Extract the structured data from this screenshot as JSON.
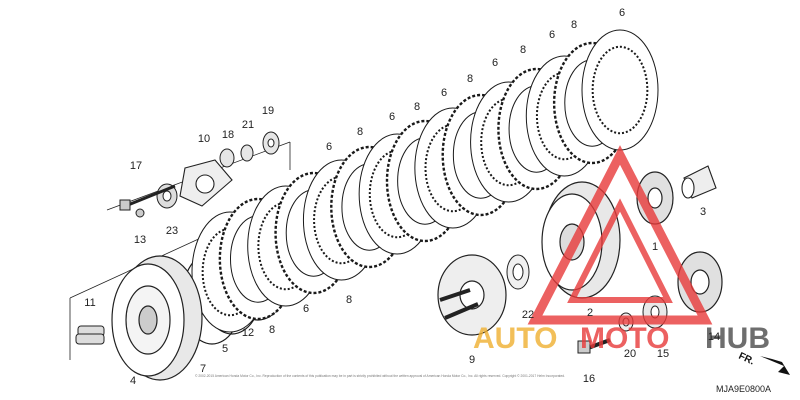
{
  "callouts": [
    "1",
    "2",
    "3",
    "4",
    "5",
    "6",
    "7",
    "8",
    "9",
    "10",
    "11",
    "12",
    "13",
    "14",
    "15",
    "16",
    "17",
    "18",
    "19",
    "20",
    "21",
    "22",
    "23"
  ],
  "diagram_code": "MJA9E0800A",
  "direction_label": "FR.",
  "copyright": "© 2002-2015 American Honda Motor Co., Inc. Reproduction of the contents of this publication may be in part is strictly prohibited without the written approval of American Honda Motor Co., Inc. All rights reserved. Copyright © 2001-2017 Helm Incorporated.",
  "watermark": {
    "word_a": "AUTO",
    "word_b": "MOTO",
    "word_c": "HUB",
    "color_a": "#f0b030",
    "color_b": "#e83a3a",
    "color_c": "#4a4a4a",
    "triangle_color": "#e83a3a"
  },
  "line_color": "#1a1a1a"
}
